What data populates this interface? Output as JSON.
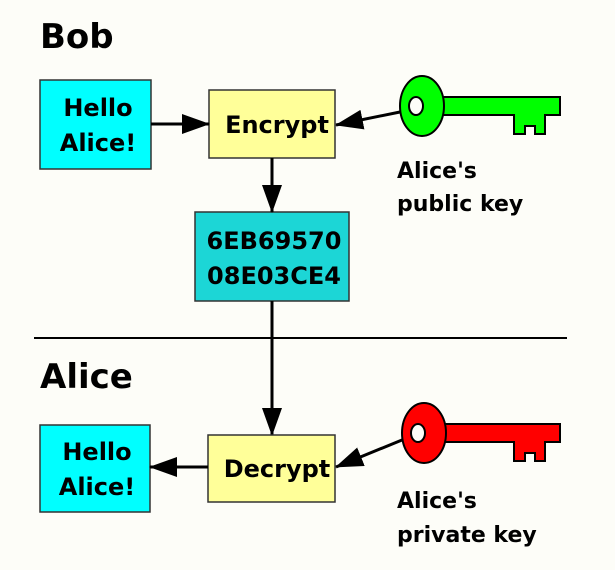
{
  "bob": {
    "heading": "Bob",
    "plaintext": [
      "Hello",
      "Alice!"
    ],
    "operation": "Encrypt",
    "key_label": [
      "Alice's",
      "public key"
    ],
    "key_color": "#00ff00"
  },
  "ciphertext": [
    "6EB69570",
    "08E03CE4"
  ],
  "alice": {
    "heading": "Alice",
    "plaintext": [
      "Hello",
      "Alice!"
    ],
    "operation": "Decrypt",
    "key_label": [
      "Alice's",
      "private key"
    ],
    "key_color": "#ff0000"
  },
  "colors": {
    "plaintext_box": "#00ffff",
    "cipher_box": "#1cd6d6",
    "operation_box": "#ffff99"
  }
}
